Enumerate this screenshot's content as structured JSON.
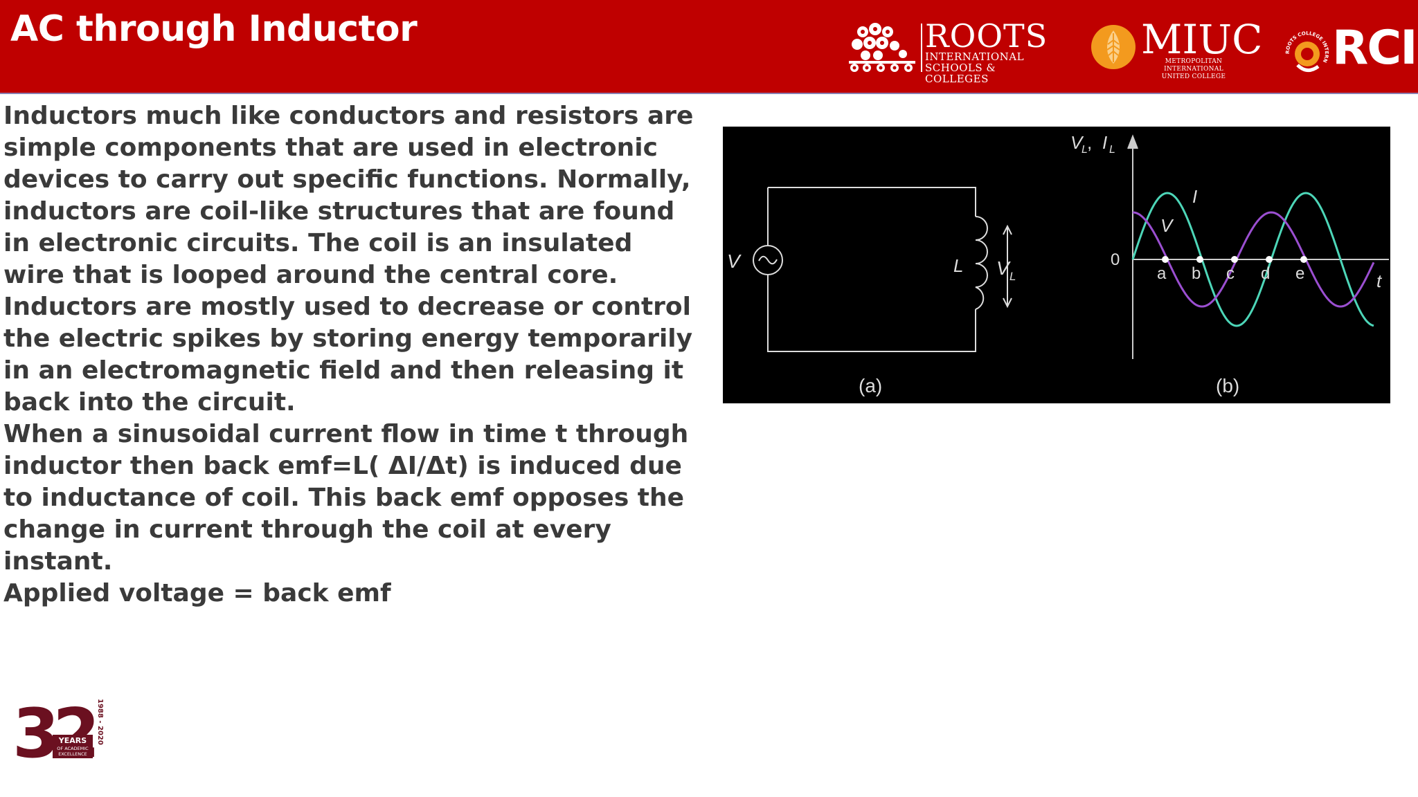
{
  "slide": {
    "title": "AC through Inductor",
    "paragraphs": [
      "Inductors much like conductors and resistors are simple components that are used in electronic devices to carry out specific functions. Normally, inductors are coil-like structures that are found in electronic circuits. The coil is an insulated wire that is looped around the central core.",
      "Inductors are mostly used to decrease or control the electric spikes by storing energy temporarily in an electromagnetic field and then releasing it back into the circuit.",
      "When a sinusoidal current flow in time t through inductor then back emf=L( ΔI/Δt) is induced due to inductance of coil. This back emf opposes the change in current through the coil at every instant.",
      "Applied voltage = back emf"
    ]
  },
  "logos": {
    "roots": {
      "name": "ROOTS",
      "line1": "INTERNATIONAL",
      "line2": "SCHOOLS & COLLEGES"
    },
    "miuc": {
      "name": "MIUC",
      "line1": "METROPOLITAN INTERNATIONAL",
      "line2": "UNITED COLLEGE"
    },
    "rci": {
      "name": "RCI",
      "ring_text": "ROOTS COLLEGE INTERNATIONAL"
    },
    "anniversary": {
      "number": "32",
      "years": "YEARS",
      "line1": "OF ACADEMIC",
      "line2": "EXCELLENCE",
      "range": "1988 - 2020"
    }
  },
  "figure": {
    "circuit": {
      "source_label": "V",
      "inductor_label": "L",
      "voltage_label": "V",
      "voltage_sub": "L",
      "caption": "(a)"
    },
    "graph": {
      "y_axis_label": "V",
      "y_axis_sub_v": "L",
      "y_axis_sep": ", ",
      "y_axis_label2": "I",
      "y_axis_sub_i": "L",
      "origin_label": "0",
      "x_axis_label": "t",
      "current_label": "I",
      "voltage_curve_label": "V",
      "points": [
        "a",
        "b",
        "c",
        "d",
        "e"
      ],
      "caption": "(b)",
      "current_color": "#4dd6b8",
      "voltage_color": "#9b4fd1"
    }
  },
  "colors": {
    "header": "#bf0000",
    "text": "#3a3a3a",
    "anniversary": "#6b1020"
  }
}
